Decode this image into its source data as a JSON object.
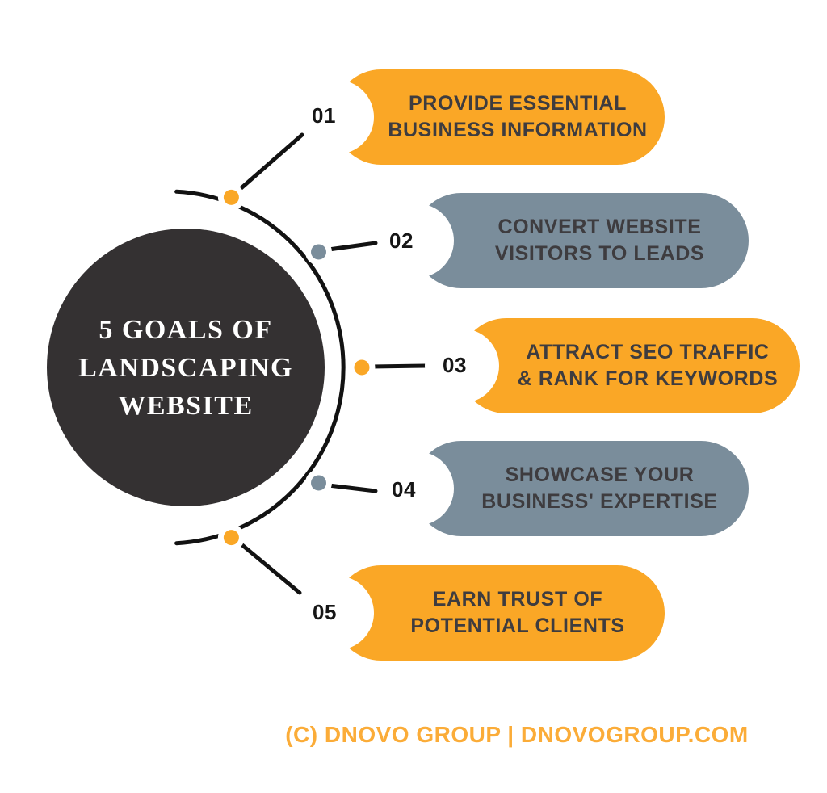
{
  "center": {
    "title_lines": [
      "5 GOALS OF",
      "LANDSCAPING",
      "WEBSITE"
    ]
  },
  "items": [
    {
      "number": "01",
      "label_lines": [
        "PROVIDE ESSENTIAL",
        "BUSINESS INFORMATION"
      ],
      "color": "orange"
    },
    {
      "number": "02",
      "label_lines": [
        "CONVERT WEBSITE",
        "VISITORS TO LEADS"
      ],
      "color": "gray"
    },
    {
      "number": "03",
      "label_lines": [
        "ATTRACT SEO TRAFFIC",
        "& RANK FOR KEYWORDS"
      ],
      "color": "orange"
    },
    {
      "number": "04",
      "label_lines": [
        "SHOWCASE YOUR",
        "BUSINESS' EXPERTISE"
      ],
      "color": "gray"
    },
    {
      "number": "05",
      "label_lines": [
        "EARN TRUST OF",
        "POTENTIAL CLIENTS"
      ],
      "color": "orange"
    }
  ],
  "footer": {
    "text": "(C) DNOVO GROUP | DNOVOGROUP.COM"
  },
  "colors": {
    "orange": "#FAA726",
    "gray": "#7A8D9B",
    "dark": "#343132",
    "pill_text": "#3E3C3F",
    "number": "#161616",
    "line": "#121212",
    "footer_orange": "#FBAC38",
    "bg": "#FFFFFF"
  }
}
